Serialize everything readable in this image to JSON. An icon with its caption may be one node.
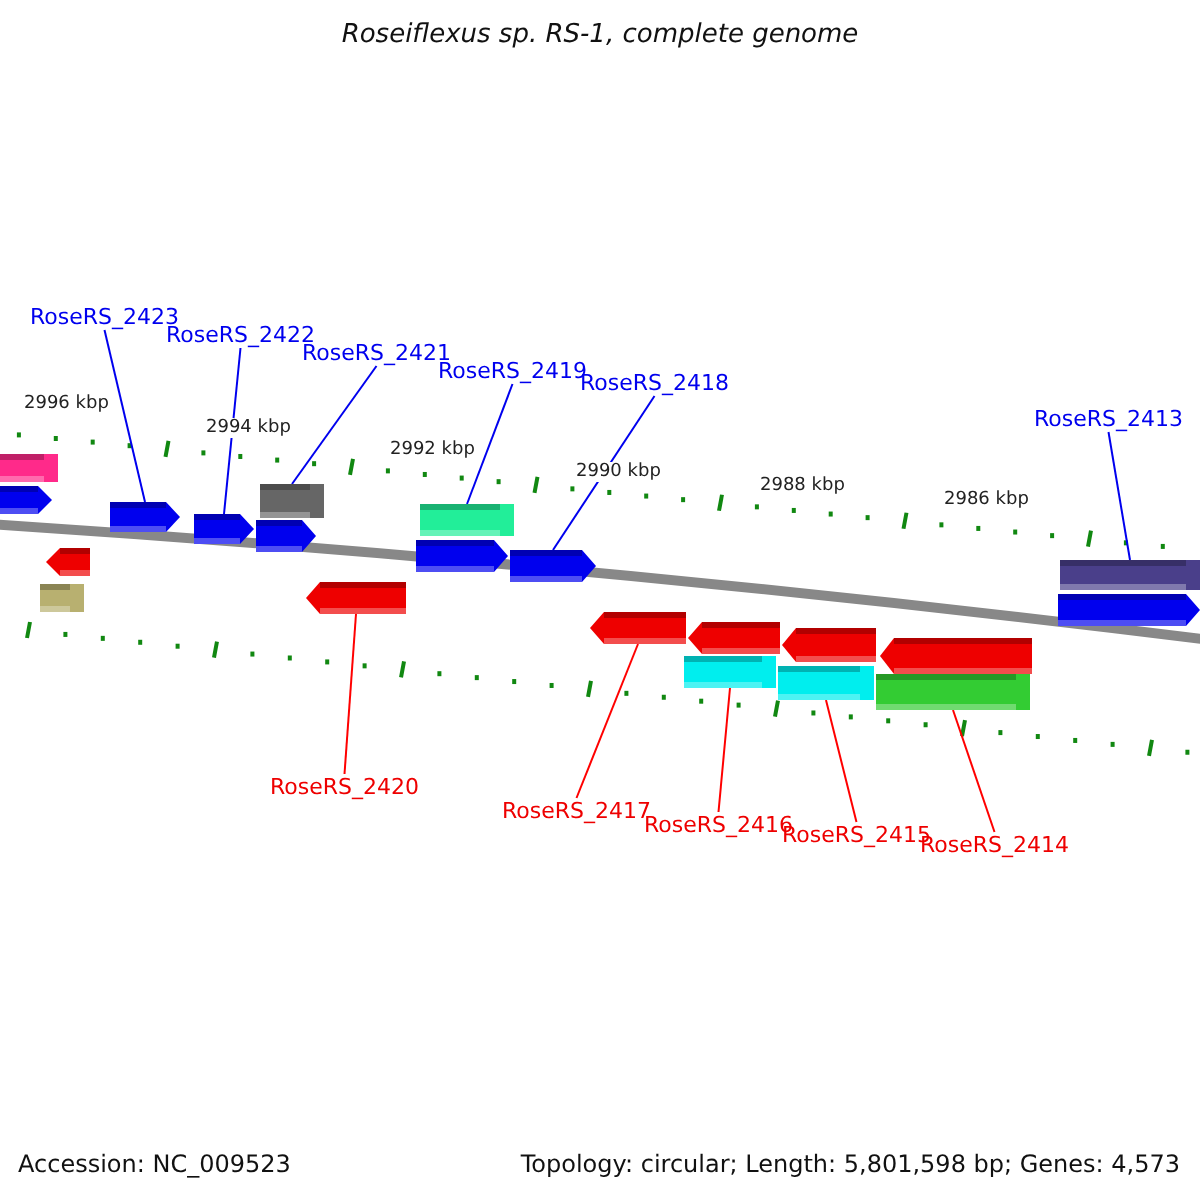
{
  "diagram": {
    "title": "Roseiflexus sp. RS-1, complete genome",
    "nodes": [
      {
        "text": [
          "RoseRS_2423"
        ]
      },
      {
        "text": [
          "RoseRS_2422"
        ]
      },
      {
        "text": [
          "RoseRS_2421"
        ]
      },
      {
        "text": [
          "RoseRS_2419"
        ]
      },
      {
        "text": [
          "RoseRS_2418"
        ]
      },
      {
        "text": [
          "RoseRS_2413"
        ]
      },
      {
        "text": [],
        "shape": "bar"
      },
      {
        "text": [],
        "shape": "bar"
      },
      {
        "text": [],
        "shape": "bar"
      },
      {
        "text": [],
        "shape": "bar"
      },
      {
        "text": [],
        "shape": "bar"
      },
      {
        "text": [],
        "shape": "bar"
      },
      {
        "text": [],
        "shape": "bar"
      },
      {
        "text": [],
        "shape": "bar"
      },
      {
        "text": [],
        "shape": "bar"
      },
      {
        "text": [],
        "shape": "bar"
      },
      {
        "text": [],
        "shape": "bar"
      },
      {
        "text": [],
        "shape": "bar"
      },
      {
        "text": [],
        "shape": "bar"
      },
      {
        "text": [],
        "shape": "bar"
      },
      {
        "text": [],
        "shape": "bar"
      },
      {
        "text": [],
        "shape": "bar"
      },
      {
        "text": [],
        "shape": "bar"
      },
      {
        "text": [],
        "shape": "bar"
      },
      {
        "text": [],
        "shape": "bar"
      },
      {
        "text": [],
        "shape": "bar"
      },
      {
        "text": [],
        "shape": "bar"
      },
      {
        "text": [
          "RoseRS_2420"
        ]
      },
      {
        "text": [
          "RoseRS_2417"
        ]
      },
      {
        "text": [
          "RoseRS_2416"
        ]
      },
      {
        "text": [
          "RoseRS_2415"
        ]
      },
      {
        "text": [
          "RoseRS_2414"
        ]
      }
    ],
    "edges": [
      {
        "from": 0,
        "to": 10,
        "arrow": "none"
      },
      {
        "from": 1,
        "to": 11,
        "arrow": "none"
      },
      {
        "from": 2,
        "to": 12,
        "arrow": "none"
      },
      {
        "from": 3,
        "to": 15,
        "arrow": "none"
      },
      {
        "from": 4,
        "to": 17,
        "arrow": "none"
      },
      {
        "from": 5,
        "to": 25,
        "arrow": "none"
      },
      {
        "from": 27,
        "to": 14,
        "arrow": "none",
        "color": "#ff0000"
      },
      {
        "from": 28,
        "to": 18,
        "arrow": "none",
        "color": "#ff0000"
      },
      {
        "from": 29,
        "to": 20,
        "arrow": "none",
        "color": "#ff0000"
      },
      {
        "from": 30,
        "to": 22,
        "arrow": "none",
        "color": "#ff0000"
      },
      {
        "from": 31,
        "to": 24,
        "arrow": "none",
        "color": "#ff0000"
      }
    ],
    "labels": [
      "2996 kbp",
      "2994 kbp",
      "2992 kbp",
      "2990 kbp",
      "2988 kbp",
      "2986 kbp",
      "Accession: NC_009523",
      "Topology: circular; Length: 5,801,598 bp; Genes: 4,573"
    ]
  }
}
